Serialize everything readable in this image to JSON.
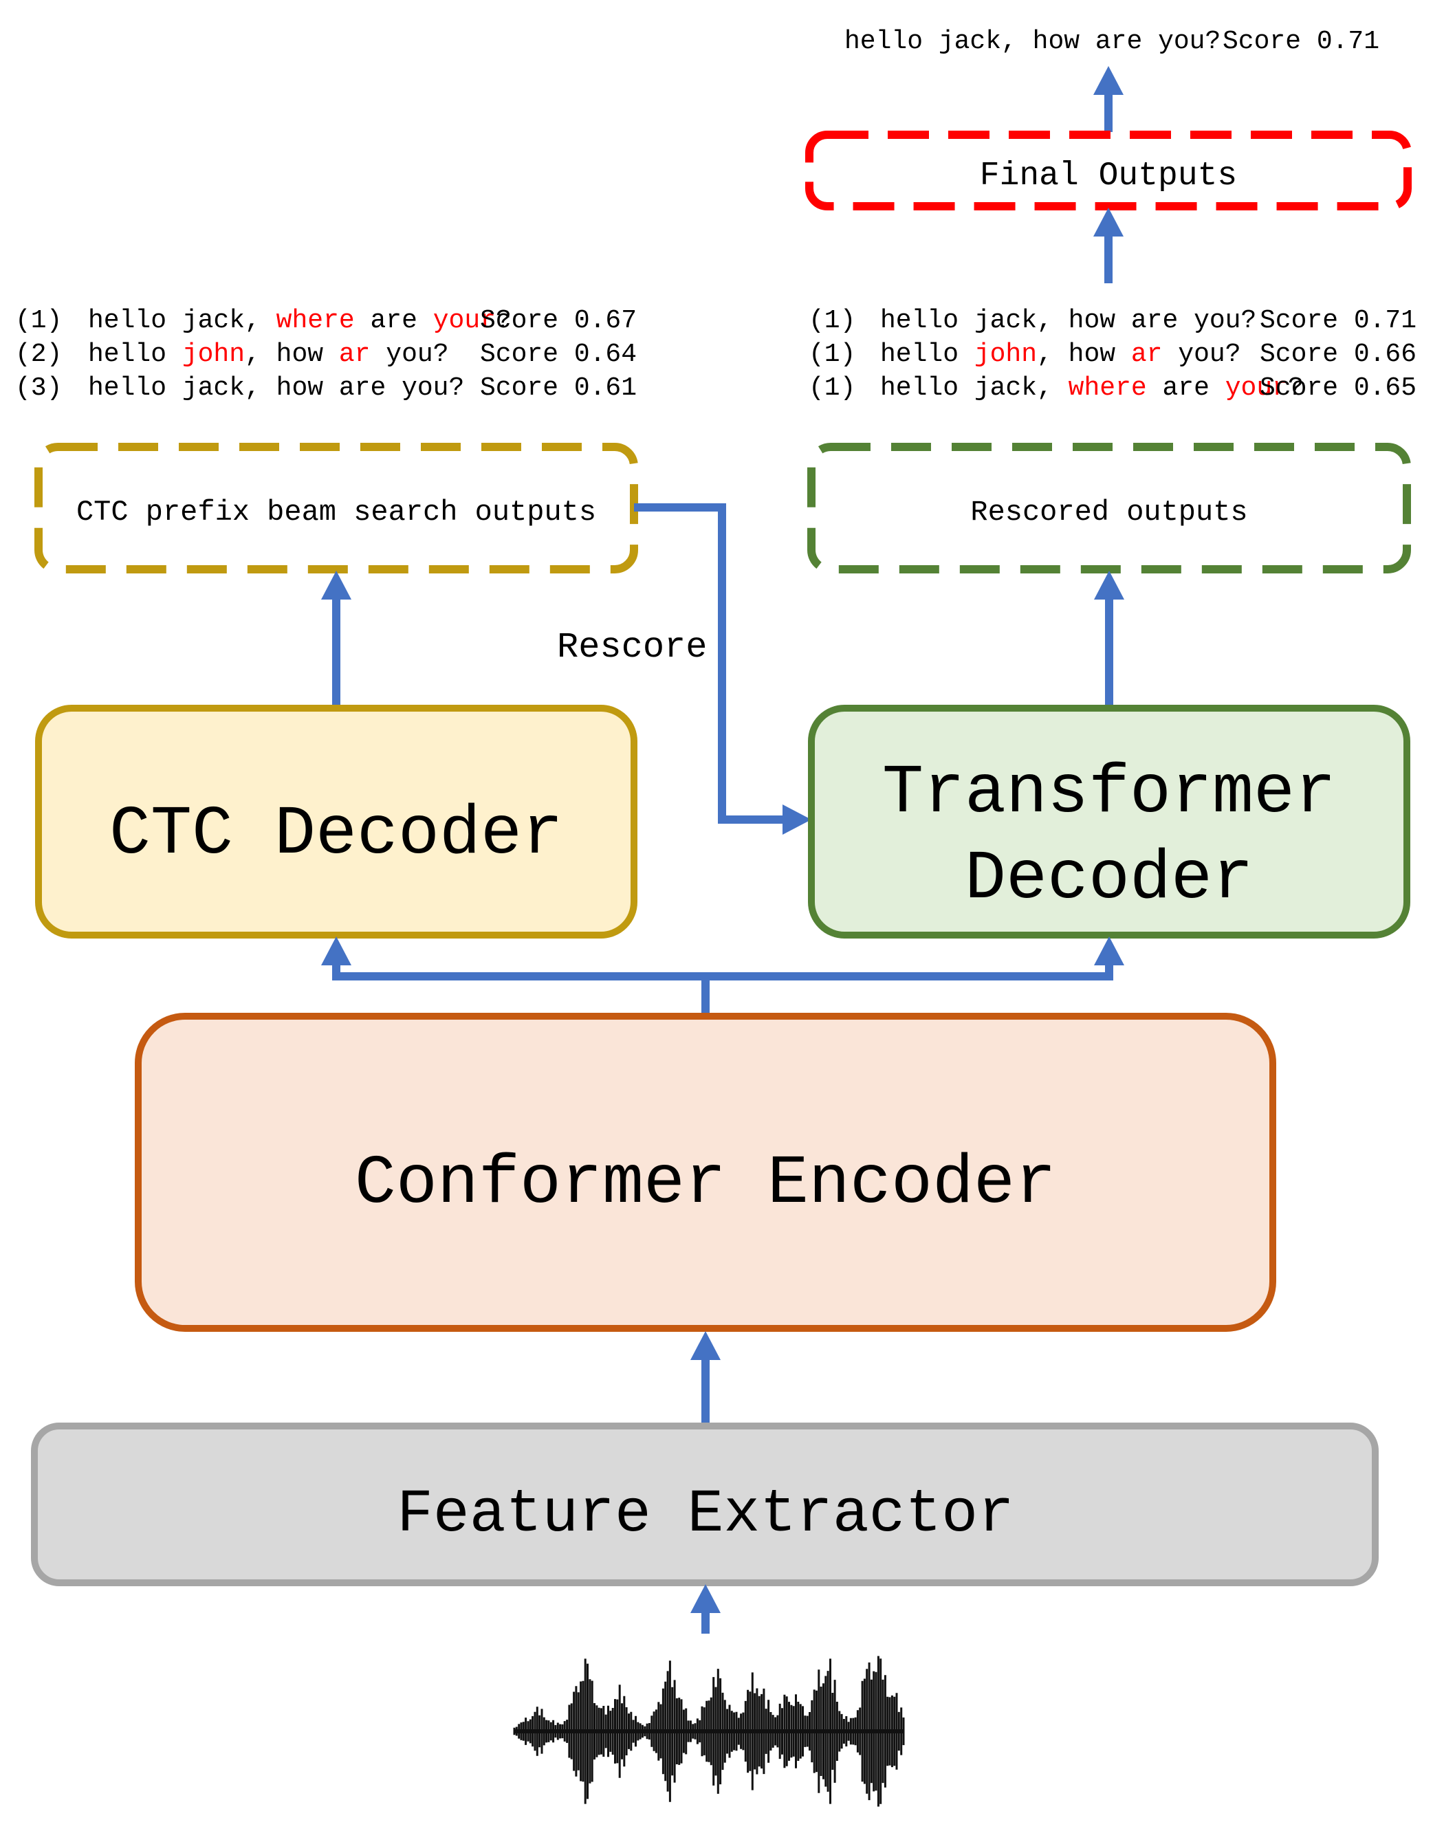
{
  "final_result": {
    "text": "hello jack, how are you?",
    "score": "Score 0.71"
  },
  "final_outputs_box": {
    "label": "Final Outputs"
  },
  "ctc_hypotheses": [
    {
      "index": "(1)",
      "segments": [
        {
          "text": "hello jack, ",
          "highlight": false
        },
        {
          "text": "where",
          "highlight": true
        },
        {
          "text": " are ",
          "highlight": false
        },
        {
          "text": "your",
          "highlight": true
        },
        {
          "text": "?",
          "highlight": false
        }
      ],
      "score": "Score 0.67"
    },
    {
      "index": "(2)",
      "segments": [
        {
          "text": "hello ",
          "highlight": false
        },
        {
          "text": "john",
          "highlight": true
        },
        {
          "text": ", how ",
          "highlight": false
        },
        {
          "text": "ar",
          "highlight": true
        },
        {
          "text": " you?",
          "highlight": false
        }
      ],
      "score": "Score 0.64"
    },
    {
      "index": "(3)",
      "segments": [
        {
          "text": "hello jack, how are you?",
          "highlight": false
        }
      ],
      "score": "Score 0.61"
    }
  ],
  "rescored_hypotheses": [
    {
      "index": "(1)",
      "segments": [
        {
          "text": "hello jack, how are you?",
          "highlight": false
        }
      ],
      "score": "Score 0.71"
    },
    {
      "index": "(1)",
      "segments": [
        {
          "text": "hello ",
          "highlight": false
        },
        {
          "text": "john",
          "highlight": true
        },
        {
          "text": ", how ",
          "highlight": false
        },
        {
          "text": "ar",
          "highlight": true
        },
        {
          "text": " you?",
          "highlight": false
        }
      ],
      "score": "Score 0.66"
    },
    {
      "index": "(1)",
      "segments": [
        {
          "text": "hello jack, ",
          "highlight": false
        },
        {
          "text": "where",
          "highlight": true
        },
        {
          "text": " are ",
          "highlight": false
        },
        {
          "text": "your",
          "highlight": true
        },
        {
          "text": "?",
          "highlight": false
        }
      ],
      "score": "Score 0.65"
    }
  ],
  "ctc_outputs_box": {
    "label": "CTC prefix beam search outputs"
  },
  "rescored_outputs_box": {
    "label": "Rescored outputs"
  },
  "rescore_label": "Rescore",
  "ctc_decoder": {
    "label": "CTC Decoder"
  },
  "transformer_decoder": {
    "line1": "Transformer",
    "line2": "Decoder"
  },
  "conformer_encoder": {
    "label": "Conformer Encoder"
  },
  "feature_extractor": {
    "label": "Feature Extractor"
  },
  "colors": {
    "arrow": "#4472C4",
    "highlight": "#FF0000",
    "ctc_border": "#C09A10",
    "ctc_fill": "#FEF1CD",
    "transformer_border": "#548235",
    "transformer_fill": "#E2EFDA",
    "encoder_border": "#C55A11",
    "encoder_fill": "#FAE5D8",
    "feature_border": "#A6A6A6",
    "feature_fill": "#D9D9D9",
    "final_border": "#FF0000"
  },
  "icons": {
    "waveform": "audio-waveform-icon"
  }
}
